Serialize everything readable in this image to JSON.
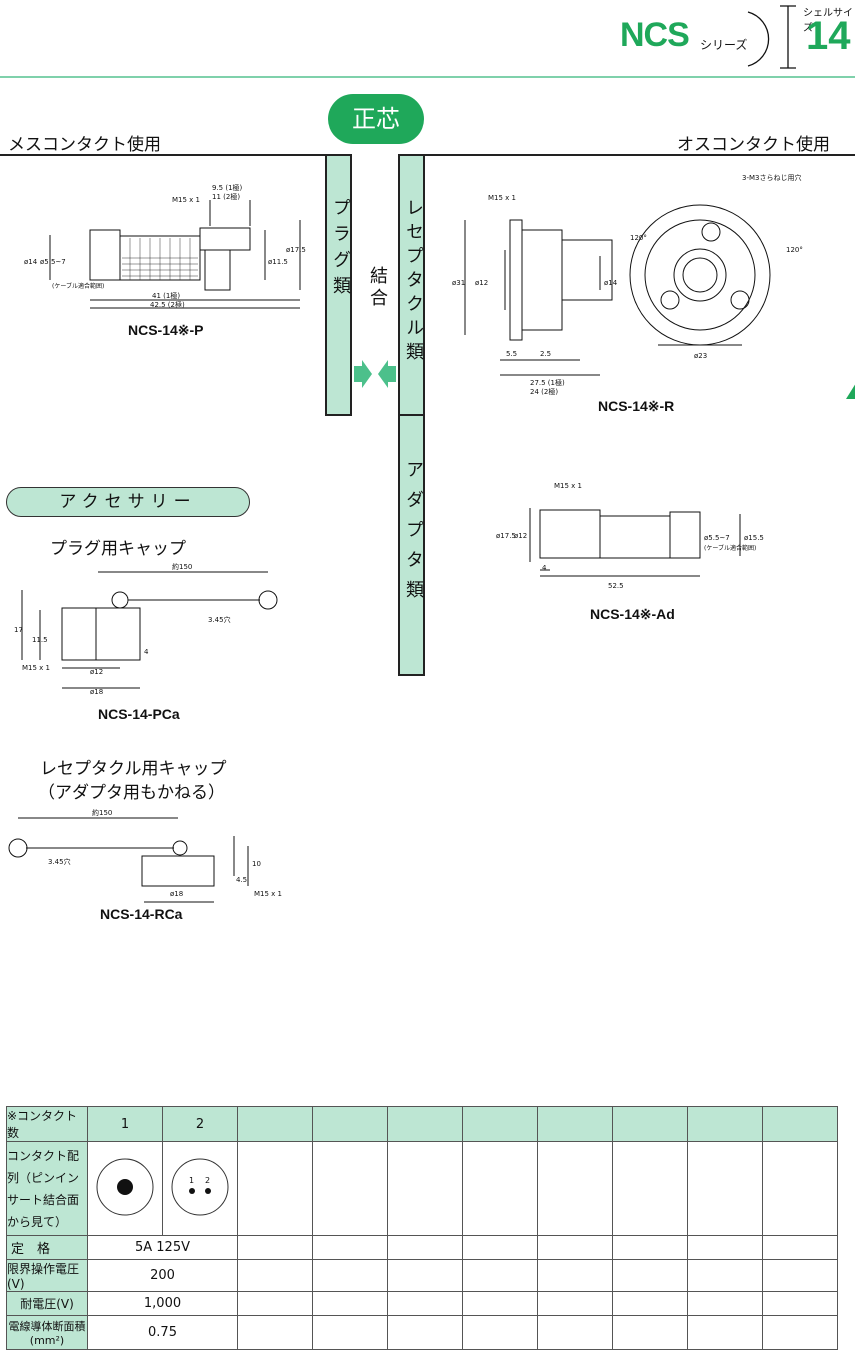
{
  "header": {
    "series_name": "NCS",
    "series_suffix": "シリーズ",
    "shell_label": "シェルサイズ",
    "shell_size": "14"
  },
  "center_label": "正芯",
  "left_heading": "メスコンタクト使用",
  "right_heading": "オスコンタクト使用",
  "bars": {
    "plug": "プラグ類",
    "coupling": "結合",
    "receptacle": "レセプタクル類",
    "adapter": "アダプタ類"
  },
  "drawings": {
    "plug": {
      "model": "NCS-14※-P",
      "dims": [
        "M15 x 1",
        "9.5 (1極)",
        "11 (2極)",
        "ø14",
        "ø5.5~7",
        "(ケーブル適合範囲)",
        "ø11.5",
        "ø17.5",
        "41 (1極)",
        "42.5 (2極)"
      ]
    },
    "receptacle": {
      "model": "NCS-14※-R",
      "dims": [
        "M15 x 1",
        "ø31",
        "ø12",
        "ø14",
        "5.5",
        "2.5",
        "27.5 (1極)",
        "24 (2極)",
        "3-M3さらねじ用穴",
        "120°",
        "120°",
        "ø23"
      ]
    },
    "adapter": {
      "model": "NCS-14※-Ad",
      "dims": [
        "M15 x 1",
        "ø17.5",
        "ø12",
        "4",
        "52.5",
        "ø5.5~7",
        "(ケーブル適合範囲)",
        "ø15.5"
      ]
    },
    "plug_cap": {
      "title": "プラグ用キャップ",
      "model": "NCS-14-PCa",
      "dims": [
        "約150",
        "3.45穴",
        "17",
        "11.5",
        "4",
        "M15 x 1",
        "ø12",
        "ø18"
      ]
    },
    "receptacle_cap": {
      "title_line1": "レセプタクル用キャップ",
      "title_line2": "（アダプタ用もかねる）",
      "model": "NCS-14-RCa",
      "dims": [
        "約150",
        "3.45穴",
        "10",
        "4.5",
        "ø18",
        "M15 x 1"
      ]
    }
  },
  "accessory_heading": "アクセサリー",
  "spec_table": {
    "header_label": "※コンタクト数",
    "columns": [
      "1",
      "2"
    ],
    "pin_labels": [
      "1",
      "2"
    ],
    "rows": [
      {
        "label": "コンタクト配列（ピンインサート結合面から見て）"
      },
      {
        "label": "定　格",
        "value": "5A 125V"
      },
      {
        "label": "限界操作電圧(V)",
        "value": "200"
      },
      {
        "label": "耐電圧(V)",
        "value": "1,000"
      },
      {
        "label": "電線導体断面積",
        "label_unit": "(mm²)",
        "value": "0.75"
      }
    ]
  },
  "colors": {
    "accent": "#1fa85a",
    "panel": "#bde6d3",
    "rule": "#7fd1ab"
  }
}
